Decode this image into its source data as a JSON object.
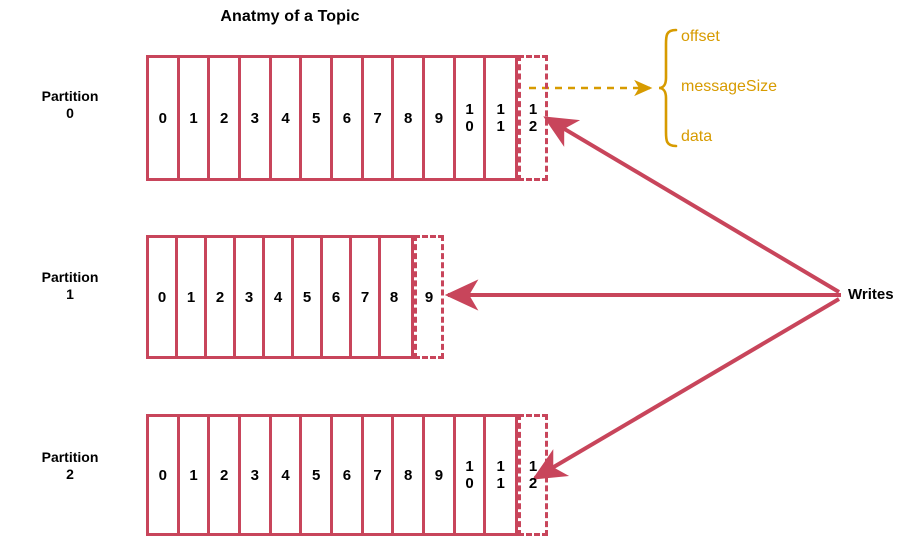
{
  "diagram": {
    "title": "Anatmy of a Topic",
    "colors": {
      "box_red": "#C8455B",
      "arrow_red": "#C8455B",
      "brace_amber": "#D79B00",
      "text_black": "#000000",
      "background": "#FFFFFF"
    },
    "partitions": [
      {
        "name": "Partition",
        "number": "0",
        "cells": [
          "0",
          "1",
          "2",
          "3",
          "4",
          "5",
          "6",
          "7",
          "8",
          "9",
          "1\n0",
          "1\n1"
        ],
        "ghost_cell": "1\n2"
      },
      {
        "name": "Partition",
        "number": "1",
        "cells": [
          "0",
          "1",
          "2",
          "3",
          "4",
          "5",
          "6",
          "7",
          "8"
        ],
        "ghost_cell": "9"
      },
      {
        "name": "Partition",
        "number": "2",
        "cells": [
          "0",
          "1",
          "2",
          "3",
          "4",
          "5",
          "6",
          "7",
          "8",
          "9",
          "1\n0",
          "1\n1"
        ],
        "ghost_cell": "1\n2"
      }
    ],
    "writes_label": "Writes",
    "message_anatomy": {
      "fields": [
        "offset",
        "messageSize",
        "data"
      ]
    }
  }
}
